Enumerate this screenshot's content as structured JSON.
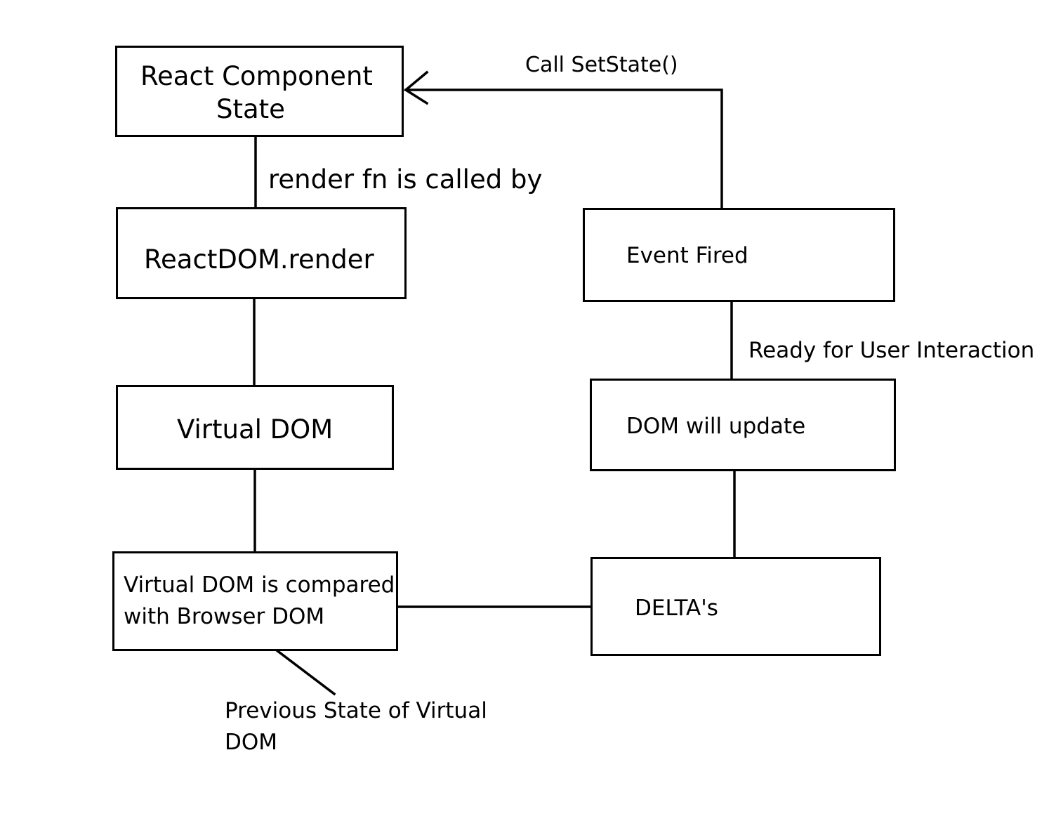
{
  "boxes": {
    "react_component_state": {
      "line1": "React Component",
      "line2": "State"
    },
    "reactdom_render": {
      "text": "ReactDOM.render"
    },
    "virtual_dom": {
      "text": "Virtual DOM"
    },
    "compare": {
      "line1": "Virtual DOM is compared",
      "line2_prefix": "with ",
      "line2_underlined": "Browser DOM"
    },
    "event_fired": {
      "text": "Event Fired"
    },
    "dom_will_update": {
      "text": "DOM will update"
    },
    "deltas": {
      "text": "DELTA's"
    }
  },
  "labels": {
    "render_called_by": "render fn is called by",
    "call_setstate": "Call SetState()",
    "ready_for_interaction": "Ready for User Interaction",
    "previous_state_line1": "Previous State of Virtual",
    "previous_state_line2": "DOM"
  }
}
